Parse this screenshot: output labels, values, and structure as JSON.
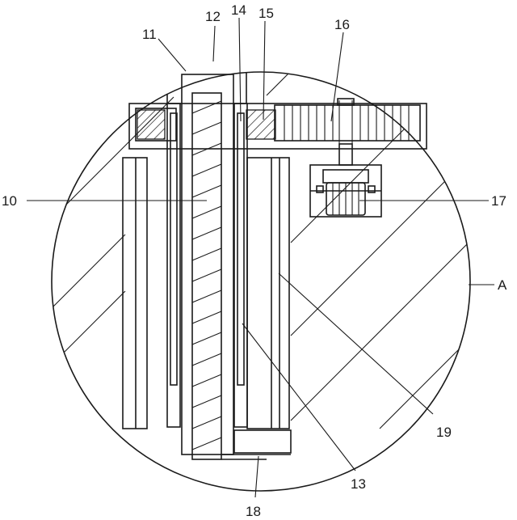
{
  "figure": {
    "detail_label": "A",
    "parts": [
      {
        "id": "p10",
        "number": "10"
      },
      {
        "id": "p11",
        "number": "11"
      },
      {
        "id": "p12",
        "number": "12"
      },
      {
        "id": "p13",
        "number": "13"
      },
      {
        "id": "p14",
        "number": "14"
      },
      {
        "id": "p15",
        "number": "15"
      },
      {
        "id": "p16",
        "number": "16"
      },
      {
        "id": "p17",
        "number": "17"
      },
      {
        "id": "p18",
        "number": "18"
      },
      {
        "id": "p19",
        "number": "19"
      }
    ]
  }
}
